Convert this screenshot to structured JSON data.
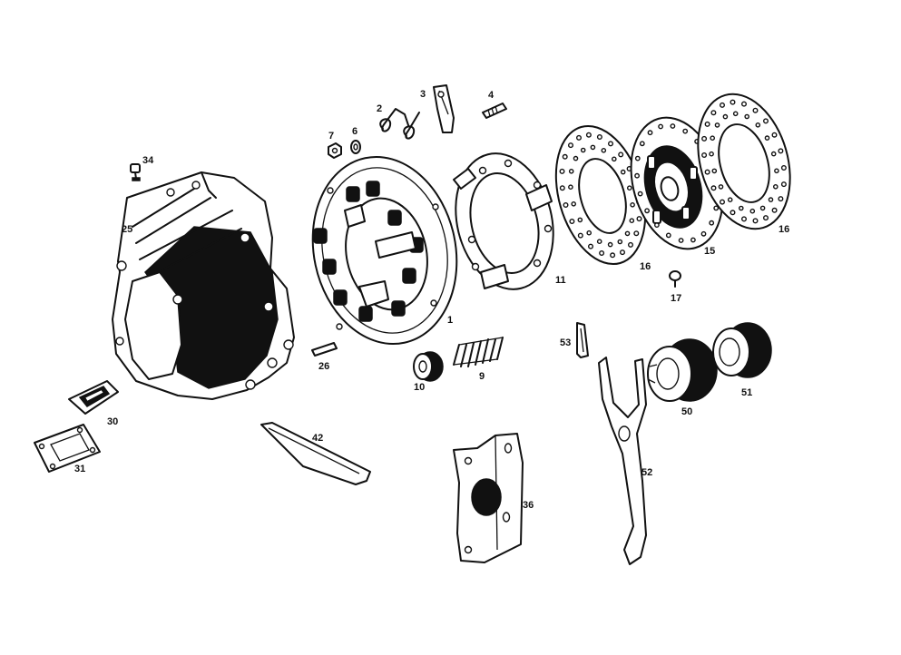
{
  "part_labels": [
    "34",
    "25",
    "30",
    "31",
    "42",
    "26",
    "7",
    "6",
    "2",
    "3",
    "4",
    "1",
    "10",
    "9",
    "11",
    "36",
    "53",
    "16",
    "15",
    "17",
    "52",
    "50",
    "51"
  ]
}
